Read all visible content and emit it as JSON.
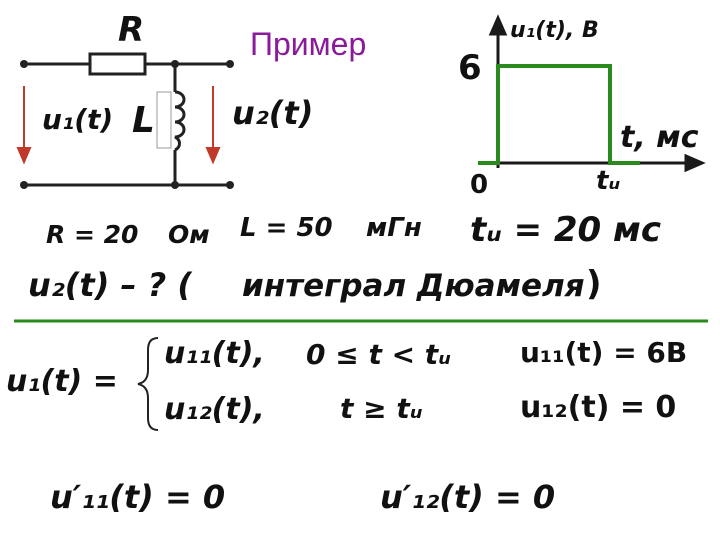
{
  "title": "Пример",
  "circuit": {
    "r_label": "R",
    "l_label": "L",
    "u1_label": "u₁(t)",
    "u2_label": "u₂(t)"
  },
  "graph": {
    "y_axis_label": "u₁(t), В",
    "x_axis_label": "t, мс",
    "y_value": "6",
    "origin": "0",
    "tu_tick": "tᵤ",
    "pulse_level": 6,
    "colors": {
      "axis": "#1a1a1a",
      "pulse": "#2a8a1e"
    }
  },
  "params": {
    "r_text": "R = 20",
    "r_unit": "Ом",
    "l_text": "L = 50",
    "l_unit": "мГн",
    "tu_text": "tᵤ = 20 мс"
  },
  "question": {
    "lhs": "u₂(t) – ? (",
    "method": "интеграл Дюамеля",
    "close": ")"
  },
  "divider_color": "#2a8a1e",
  "piecewise": {
    "lhs": "u₁(t) =",
    "case1_expr": "u₁₁(t),",
    "case1_cond": "0 ≤ t < tᵤ",
    "case2_expr": "u₁₂(t),",
    "case2_cond": "t ≥ tᵤ"
  },
  "results": {
    "u11": "u₁₁(t) = 6В",
    "u12": "u₁₂(t) = 0",
    "du11": "u′₁₁(t) = 0",
    "du12": "u′₁₂(t) = 0"
  }
}
